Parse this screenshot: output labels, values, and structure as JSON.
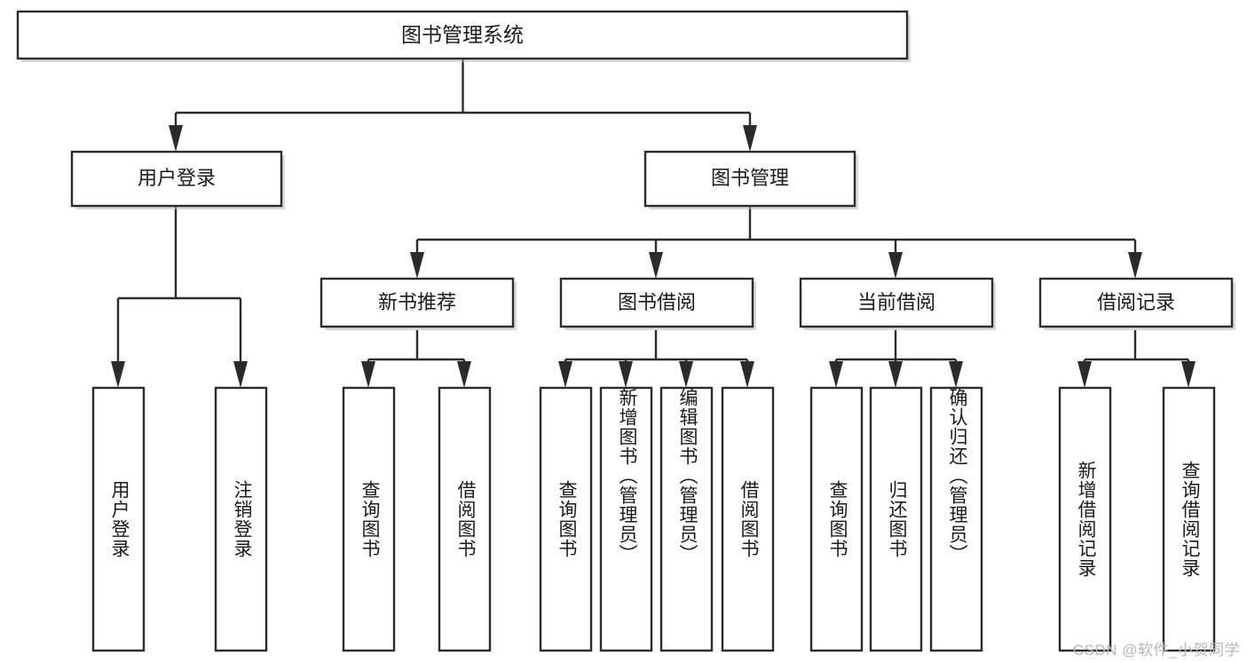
{
  "diagram": {
    "title": "图书管理系统",
    "type": "hierarchy-tree",
    "watermark": "CSDN @软件_小贺同学",
    "root": {
      "label": "图书管理系统",
      "id": "root-system"
    },
    "level2": [
      {
        "id": "user-login",
        "label": "用户登录"
      },
      {
        "id": "book-management",
        "label": "图书管理"
      }
    ],
    "level3": [
      {
        "id": "new-book-recommend",
        "label": "新书推荐",
        "parent": "book-management"
      },
      {
        "id": "book-borrow",
        "label": "图书借阅",
        "parent": "book-management"
      },
      {
        "id": "current-borrow",
        "label": "当前借阅",
        "parent": "book-management"
      },
      {
        "id": "borrow-record",
        "label": "借阅记录",
        "parent": "book-management"
      }
    ],
    "leaves": [
      {
        "id": "leaf-user-login",
        "label": "用户登录",
        "parent": "user-login"
      },
      {
        "id": "leaf-logout-login",
        "label": "注销登录",
        "parent": "user-login"
      },
      {
        "id": "leaf-query-book-1",
        "label": "查询图书",
        "parent": "new-book-recommend"
      },
      {
        "id": "leaf-borrow-book-1",
        "label": "借阅图书",
        "parent": "new-book-recommend"
      },
      {
        "id": "leaf-query-book-2",
        "label": "查询图书",
        "parent": "book-borrow"
      },
      {
        "id": "leaf-add-book",
        "label": "新增图书（管理员）",
        "parent": "book-borrow"
      },
      {
        "id": "leaf-edit-book",
        "label": "编辑图书（管理员）",
        "parent": "book-borrow"
      },
      {
        "id": "leaf-borrow-book-2",
        "label": "借阅图书",
        "parent": "book-borrow"
      },
      {
        "id": "leaf-query-book-3",
        "label": "查询图书",
        "parent": "current-borrow"
      },
      {
        "id": "leaf-return-book",
        "label": "归还图书",
        "parent": "current-borrow"
      },
      {
        "id": "leaf-confirm-return",
        "label": "确认归还（管理员）",
        "parent": "current-borrow"
      },
      {
        "id": "leaf-add-record",
        "label": "新增借阅记录",
        "parent": "borrow-record"
      },
      {
        "id": "leaf-query-record",
        "label": "查询借阅记录",
        "parent": "borrow-record"
      }
    ],
    "colors": {
      "stroke": "#2b2b2b",
      "fill": "#ffffff",
      "text": "#1a1a1a",
      "watermark": "#b6b6b6",
      "background": "#ffffff"
    }
  }
}
